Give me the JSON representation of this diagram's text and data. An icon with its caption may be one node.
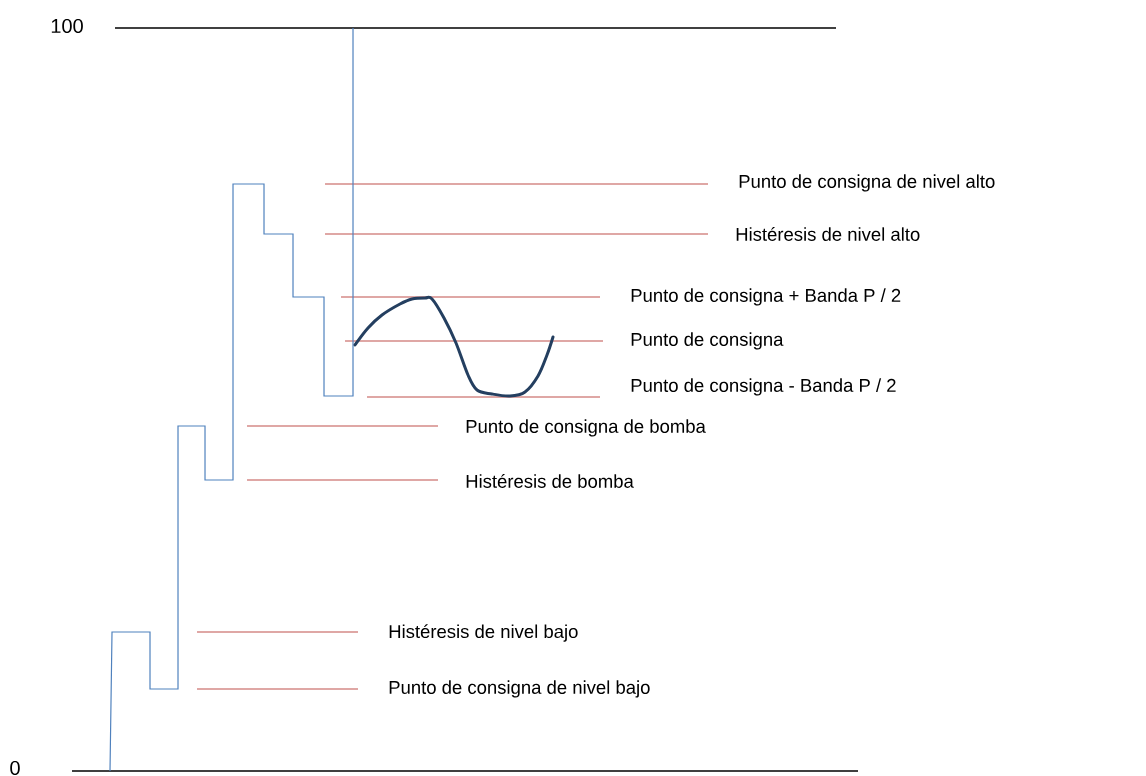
{
  "diagram": {
    "labels": [
      "100",
      "Punto de consigna de nivel alto",
      "Histéresis de nivel alto",
      "Punto de consigna + Banda P / 2",
      "Punto de consigna",
      "Punto de consigna - Banda P / 2",
      "Punto de consigna de bomba",
      "Histéresis de bomba",
      "Histéresis de nivel bajo",
      "Punto de consigna de nivel bajo",
      "0"
    ]
  }
}
